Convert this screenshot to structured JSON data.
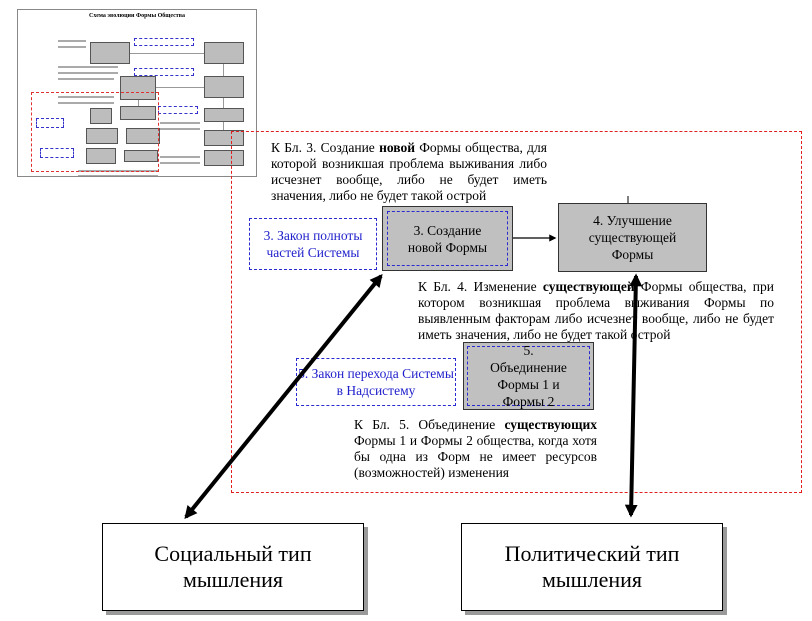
{
  "thumbnail": {
    "title": "Схема эволюции Формы Общества"
  },
  "main": {
    "note3": {
      "prefix": "К Бл. 3. Создание ",
      "bold": "новой",
      "rest": " Формы общества, для которой возникшая проблема выживания либо исчезнет вообще, либо не будет иметь значения, либо не будет такой острой"
    },
    "law3": "3. Закон полноты частей Системы",
    "block3": "3. Создание новой Формы",
    "block4": "4. Улучшение существующей Формы",
    "note4": {
      "prefix": "К Бл. 4. Изменение ",
      "bold": "существующей",
      "rest": " Формы общества, при котором возникшая проблема выживания Формы по выявленным факторам либо исчезнет вообще, либо не будет иметь значения, либо не будет такой острой"
    },
    "law5": "5. Закон перехода Системы в Надсистему",
    "block5": "5. Объединение Формы 1 и Формы 2",
    "note5": {
      "prefix": "К Бл. 5. Объединение ",
      "bold": "существующих",
      "rest": " Формы 1 и Формы 2 общества, когда хотя бы одна из Форм не имеет ресурсов (возможностей) изменения"
    },
    "social": "Социальный тип мышления",
    "political": "Политический тип мышления"
  },
  "colors": {
    "region_border": "#e02020",
    "law_text": "#1f1fcc",
    "block_fill": "#c0c0c0"
  }
}
